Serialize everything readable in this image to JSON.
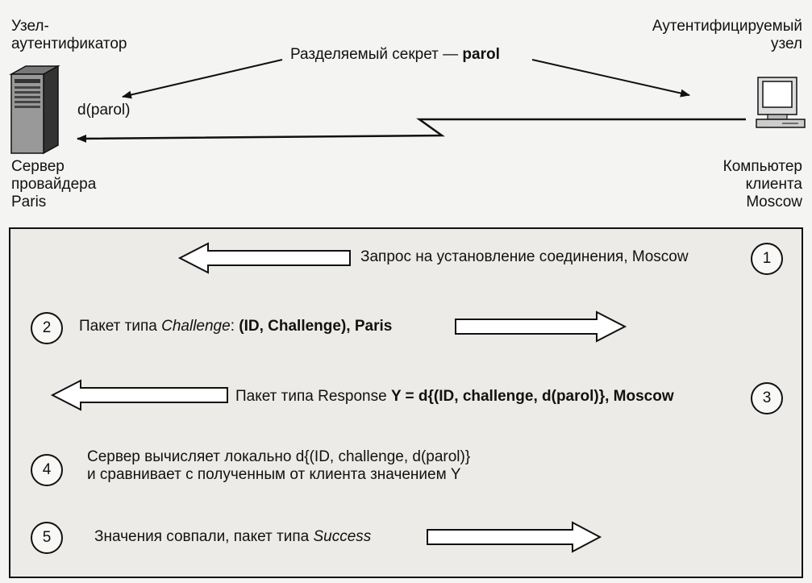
{
  "top": {
    "left_node": {
      "line1": "Узел-",
      "line2": "аутентификатор"
    },
    "right_node": {
      "line1": "Аутентифицируемый",
      "line2": "узел"
    },
    "shared_secret": {
      "prefix": "Разделяемый секрет — ",
      "value": "parol"
    },
    "hash_label": "d(parol)",
    "server_label": {
      "line1": "Сервер",
      "line2": "провайдера",
      "line3": "Paris"
    },
    "client_label": {
      "line1": "Компьютер",
      "line2": "клиента",
      "line3": "Moscow"
    },
    "icons": {
      "server": "server-tower-icon",
      "client": "desktop-computer-icon"
    }
  },
  "steps": [
    {
      "num": "1",
      "text": "Запрос на установление соединения, Moscow",
      "direction": "left"
    },
    {
      "num": "2",
      "prefix": "Пакет типа ",
      "italic": "Challenge",
      "colon": ": ",
      "bold": "(ID, Challenge), Paris",
      "direction": "right"
    },
    {
      "num": "3",
      "prefix": "Пакет типа Response ",
      "bold": "Y = d{(ID, challenge, d(parol)}, Moscow",
      "direction": "left"
    },
    {
      "num": "4",
      "line1": "Сервер вычисляет локально d{(ID, challenge, d(parol)}",
      "line2": "и сравнивает с полученным от клиента значением Y"
    },
    {
      "num": "5",
      "prefix": "Значения совпали, пакет типа ",
      "italic": "Success",
      "direction": "right"
    }
  ]
}
